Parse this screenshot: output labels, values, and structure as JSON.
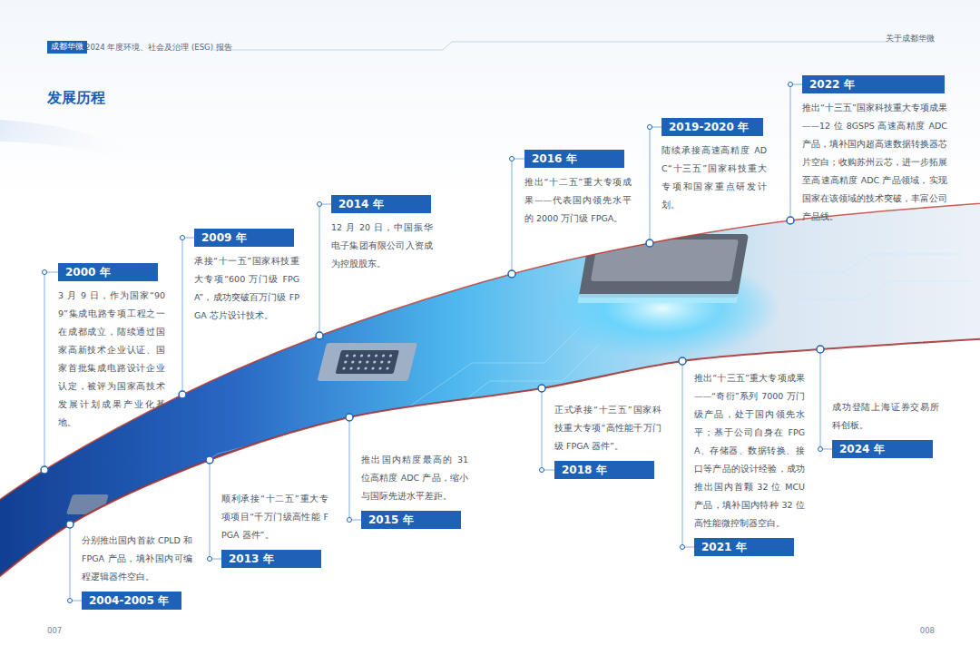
{
  "diagram": {
    "title": "发展历程",
    "nodes": [
      {
        "text": [
          "成都华微"
        ]
      },
      {
        "text": [
          "2000 年",
          "3 月 9 日，作为国家“909”集成电路专项工程之一在成都成立，陆续通过国家高新技术企业认证、国家首批集成电路设计企业认定，被评为国家高技术发展计划成果产业化基地。"
        ]
      },
      {
        "text": [
          "2004-2005 年",
          "分别推出国内首款 CPLD 和 FPGA 产品，填补国内可编程逻辑器件空白。"
        ]
      },
      {
        "text": [
          "2009 年",
          "承接“十一五”国家科技重大专项“600 万门级 FPGA”，成功突破百万门级 FPGA 芯片设计技术。"
        ]
      },
      {
        "text": [
          "2013 年",
          "顺利承接“十二五”重大专项项目“千万门级高性能 FPGA 器件”。"
        ]
      },
      {
        "text": [
          "2014 年",
          "12 月 20 日，中国振华电子集团有限公司入资成为控股股东。"
        ]
      },
      {
        "text": [
          "2015 年",
          "推出国内精度最高的 31 位高精度 ADC 产品，缩小与国际先进水平差距。"
        ]
      },
      {
        "text": [
          "2016 年",
          "推出“十二五”重大专项成果——代表国内领先水平的 2000 万门级 FPGA。"
        ]
      },
      {
        "text": [
          "2018 年",
          "正式承接“十三五”国家科技重大专项“高性能千万门级 FPGA 器件”。"
        ]
      },
      {
        "text": [
          "2019-2020 年",
          "陆续承接高速高精度 ADC“十三五”国家科技重大专项和国家重点研发计划。"
        ]
      },
      {
        "text": [
          "2021 年",
          "推出“十三五”重大专项成果——“奇衍”系列 7000 万门级产品，处于国内领先水平；基于公司自身在 FPGA、存储器、数据转换、接口等产品的设计经验，成功推出国内首颗 32 位 MCU 产品，填补国内特种 32 位高性能微控制器空白。"
        ]
      },
      {
        "text": [
          "2022 年",
          "推出“十三五”国家科技重大专项成果——12 位 8GSPS 高速高精度 ADC 产品，填补国内超高速数据转换器芯片空白；收购苏州云芯，进一步拓展至高速高精度 ADC 产品领域，实现国家在该领域的技术突破，丰富公司产品线。"
        ]
      },
      {
        "text": [
          "2024 年",
          "成功登陆上海证券交易所科创板。"
        ]
      }
    ],
    "labels": [
      "2024 年度环境、社会及治理 (ESG) 报告",
      "关于成都华微",
      "007",
      "008"
    ]
  }
}
